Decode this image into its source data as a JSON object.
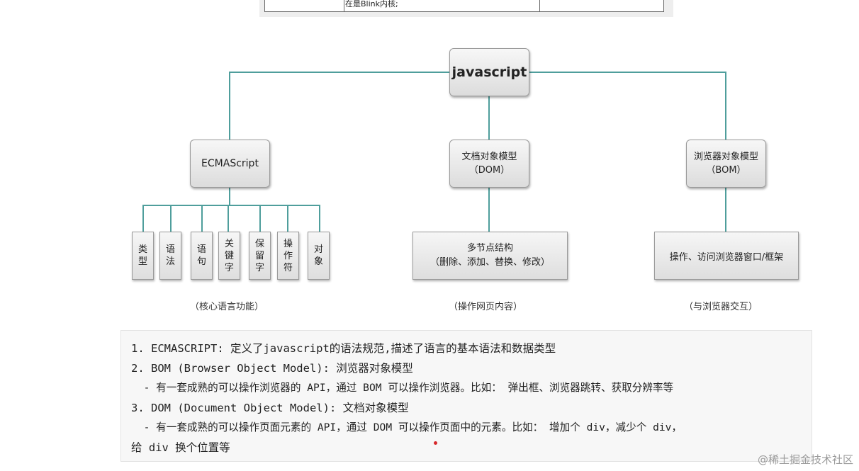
{
  "top_table": {
    "cell_text": "在是Blink内核;"
  },
  "diagram": {
    "root": "javascript",
    "branches": [
      {
        "title": "ECMAScript",
        "caption": "（核心语言功能）",
        "leaves": [
          "类型",
          "语法",
          "语句",
          "关键字",
          "保留字",
          "操作符",
          "对象"
        ]
      },
      {
        "title_line1": "文档对象模型",
        "title_line2": "（DOM）",
        "caption": "（操作网页内容）",
        "child_line1": "多节点结构",
        "child_line2": "（删除、添加、替换、修改）"
      },
      {
        "title_line1": "浏览器对象模型",
        "title_line2": "（BOM）",
        "caption": "（与浏览器交互）",
        "child": "操作、访问浏览器窗口/框架"
      }
    ]
  },
  "notes": {
    "lines": [
      "1. ECMASCRIPT: 定义了javascript的语法规范,描述了语言的基本语法和数据类型",
      "2. BOM (Browser Object Model): 浏览器对象模型",
      "  - 有一套成熟的可以操作浏览器的 API，通过 BOM 可以操作浏览器。比如： 弹出框、浏览器跳转、获取分辨率等",
      "3. DOM (Document Object Model): 文档对象模型",
      "  - 有一套成熟的可以操作页面元素的 API，通过 DOM 可以操作页面中的元素。比如： 增加个 div，减少个 div，",
      "给 div 换个位置等"
    ]
  },
  "watermark": "@稀土掘金技术社区",
  "colors": {
    "connector": "#4f9e9c",
    "marker": "#d6272b"
  }
}
